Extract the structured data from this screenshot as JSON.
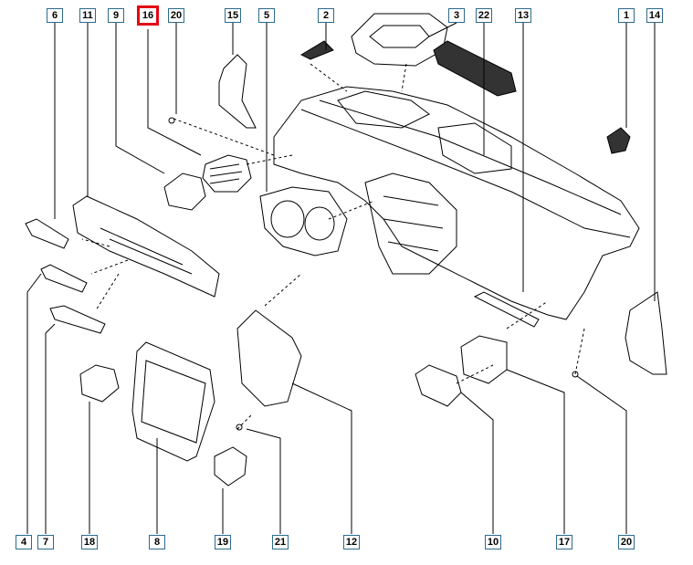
{
  "diagram": {
    "highlight_color": "#e30613",
    "box_border_color": "#2d6a8e",
    "highlighted_part": "16",
    "top_labels": [
      "6",
      "11",
      "9",
      "16",
      "20",
      "15",
      "5",
      "2",
      "3",
      "22",
      "13",
      "1",
      "14"
    ],
    "bottom_labels": [
      "4",
      "7",
      "18",
      "8",
      "19",
      "21",
      "12",
      "10",
      "17",
      "20"
    ]
  }
}
